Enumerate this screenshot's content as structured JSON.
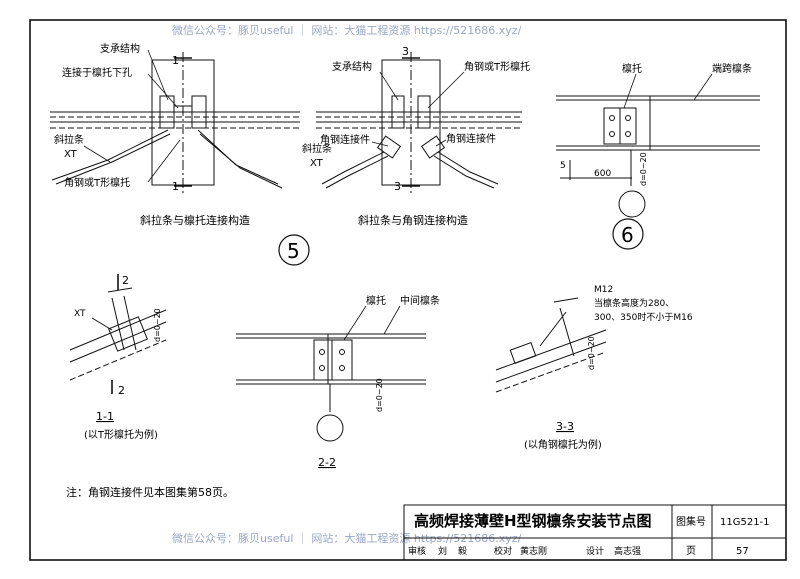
{
  "watermark": {
    "top": "微信公众号：豚贝useful ｜ 网站：大猫工程资源 https://521686.xyz/",
    "bottom": "微信公众号：豚贝useful ｜ 网站：大猫工程资源 https://521686.xyz/"
  },
  "detail5": {
    "number": "5",
    "left": {
      "caption": "斜拉条与檩托连接构造",
      "labels": {
        "support": "支承结构",
        "connect_hole": "连接于檩托下孔",
        "tie_rod": "斜拉条",
        "xt": "XT",
        "angle_or_t": "角钢或T形檩托",
        "sec_top": "1",
        "sec_bottom": "1"
      }
    },
    "right": {
      "caption": "斜拉条与角钢连接构造",
      "labels": {
        "support": "支承结构",
        "angle_or_t": "角钢或T形檩托",
        "angle_conn_left": "角钢连接件",
        "angle_conn_right": "角钢连接件",
        "tie_rod": "斜拉条",
        "xt": "XT",
        "sec_top": "3",
        "sec_bottom": "3"
      }
    }
  },
  "detail6": {
    "number": "6",
    "labels": {
      "purlin_support": "檩托",
      "end_purlin": "端跨檩条",
      "dim_600": "600",
      "dim_5": "5",
      "d_label": "d=0~20"
    }
  },
  "section11": {
    "title": "1-1",
    "subtitle": "(以T形檩托为例)",
    "labels": {
      "xt": "XT",
      "cut_top": "2",
      "cut_bottom": "2",
      "d_label": "d=0~20"
    }
  },
  "section22": {
    "title": "2-2",
    "labels": {
      "purlin_support": "檩托",
      "mid_purlin": "中间檩条",
      "d_label": "d=0~20"
    }
  },
  "section33": {
    "title": "3-3",
    "subtitle": "(以角钢檩托为例)",
    "labels": {
      "bolt": "M12",
      "note1": "当檩条高度为280、",
      "note2": "300、350时不小于M16",
      "d_label": "d=0~20"
    }
  },
  "note": "注：角钢连接件见本图集第58页。",
  "title_block": {
    "title": "高频焊接薄壁H型钢檩条安装节点图",
    "atlas_label": "图集号",
    "atlas_no": "11G521-1",
    "page_label": "页",
    "page_no": "57",
    "row": [
      "审核",
      "刘",
      "毅",
      "校对",
      "黄志刚",
      "设计",
      "高志强"
    ]
  }
}
